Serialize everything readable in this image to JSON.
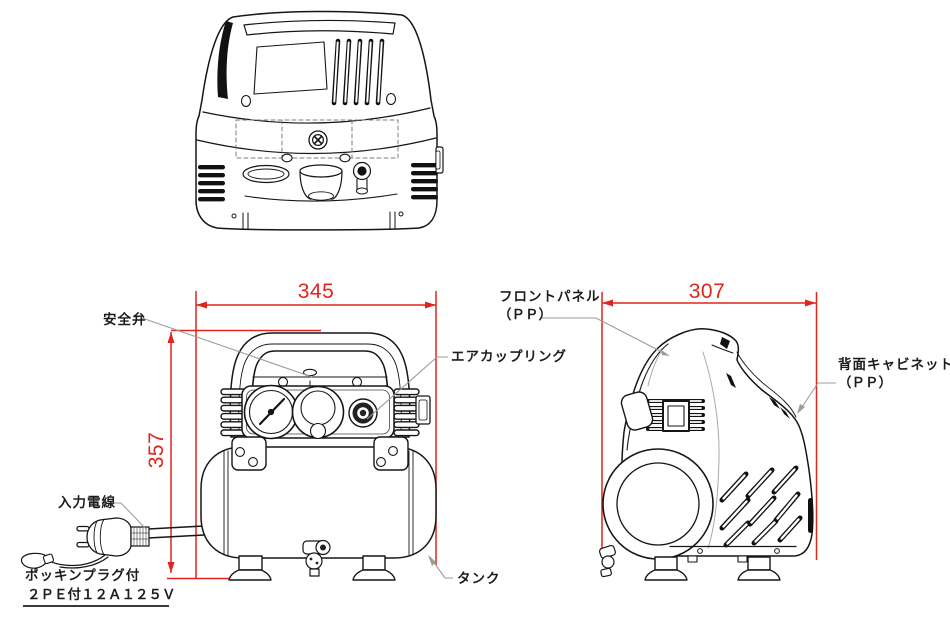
{
  "drawing": {
    "type": "technical-3view-diagram",
    "subject": "air-compressor",
    "views": [
      "top-view",
      "front-view",
      "side-view"
    ]
  },
  "dimensions": {
    "front_width": "345",
    "front_height": "357",
    "side_depth": "307"
  },
  "labels": {
    "safety_valve": "安全弁",
    "air_coupling": "エアカップリング",
    "input_wire": "入力電線",
    "plug_line1": "ポッキンプラグ付",
    "plug_line2": "２ＰＥ付１２Ａ１２５Ｖ",
    "tank": "タンク",
    "front_panel": "フロントパネル",
    "front_panel_material": "（ＰＰ）",
    "rear_cabinet": "背面キャビネット",
    "rear_cabinet_material": "（ＰＰ）"
  },
  "colors": {
    "dimension_red": "#e0251c",
    "leader_gray": "#9b9b9b",
    "line_black": "#161616"
  }
}
